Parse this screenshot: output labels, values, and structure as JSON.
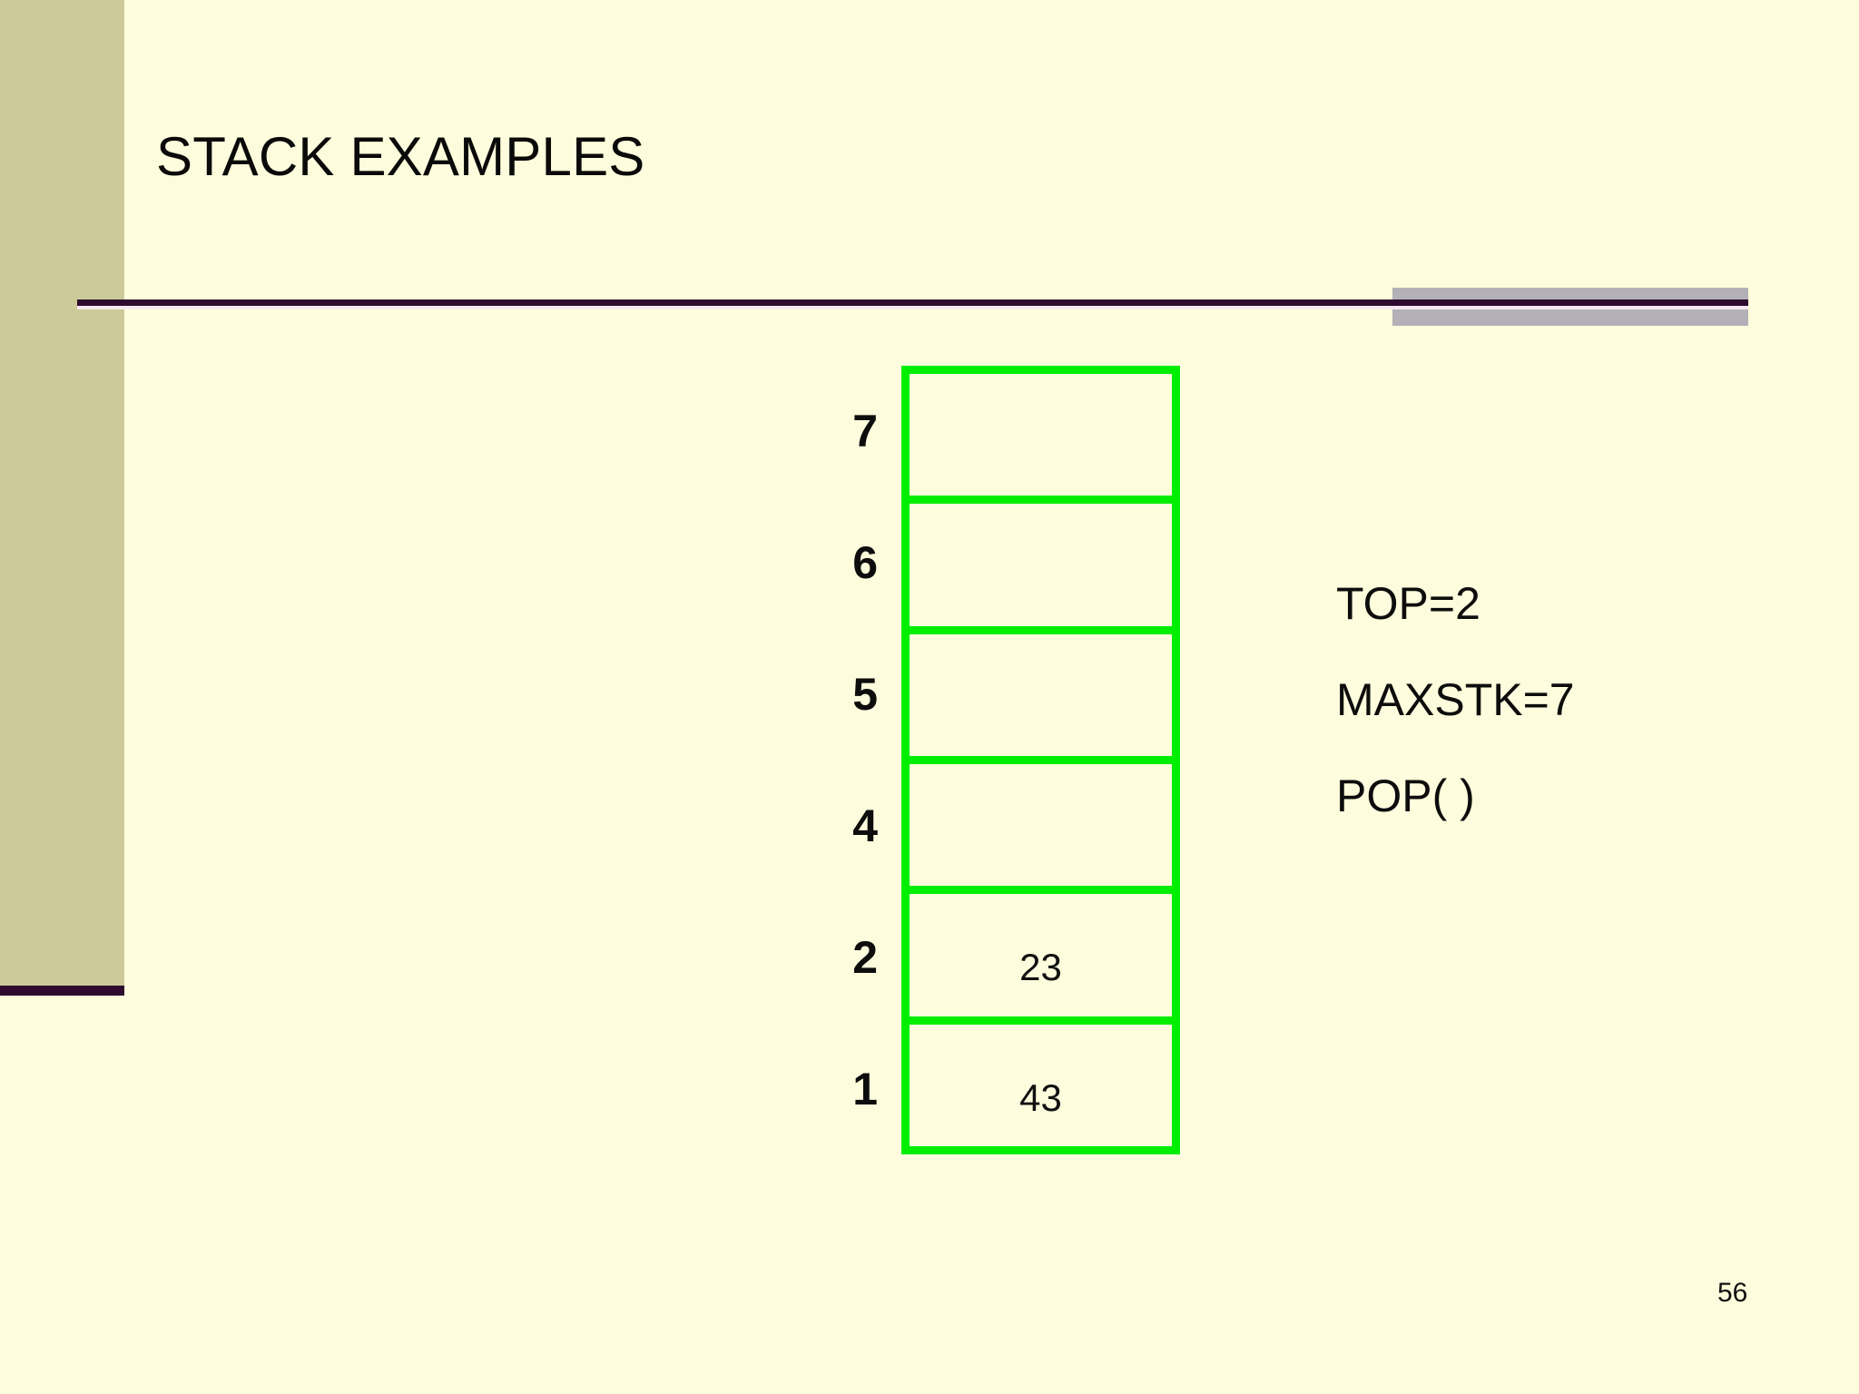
{
  "slide": {
    "title": "STACK EXAMPLES",
    "page_number": "56",
    "colors": {
      "background": "#fdfddd",
      "side_band": "#ccca98",
      "rule": "#2d0a2e",
      "grey_tab": "#b3b1b7",
      "stack_border": "#00ee00",
      "text": "#0d0d0d"
    }
  },
  "stack": {
    "rows": [
      {
        "label": "7",
        "value": ""
      },
      {
        "label": "6",
        "value": ""
      },
      {
        "label": "5",
        "value": ""
      },
      {
        "label": "4",
        "value": ""
      },
      {
        "label": "2",
        "value": "23"
      },
      {
        "label": "1",
        "value": "43"
      }
    ]
  },
  "notes": {
    "lines": [
      "TOP=2",
      "MAXSTK=7",
      "POP( )"
    ]
  }
}
